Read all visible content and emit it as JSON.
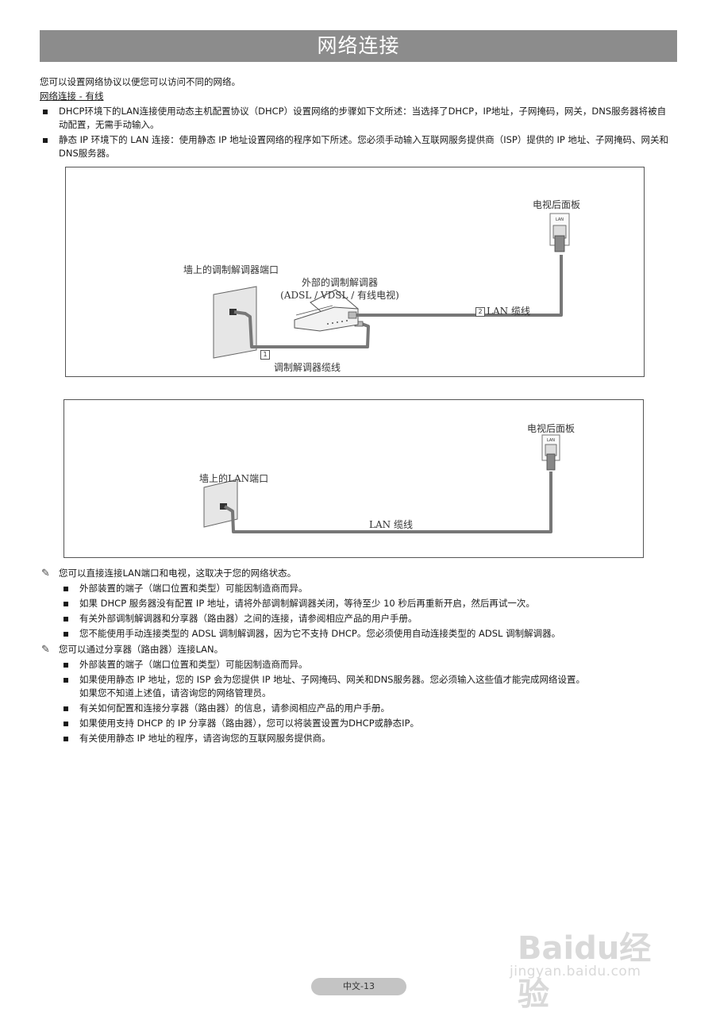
{
  "page": {
    "title": "网络连接",
    "intro": "您可以设置网络协议以便您可以访问不同的网络。",
    "section_heading": "网络连接 - 有线",
    "bullets": [
      "DHCP环境下的LAN连接使用动态主机配置协议（DHCP）设置网络的步骤如下文所述：当选择了DHCP，IP地址，子网掩码，网关，DNS服务器将被自动配置，无需手动输入。",
      "静态 IP 环境下的 LAN 连接：使用静态 IP 地址设置网络的程序如下所述。您必须手动输入互联网服务提供商（ISP）提供的 IP 地址、子网掩码、网关和DNS服务器。"
    ]
  },
  "diagram1": {
    "wall_modem_port": "墙上的调制解调器端口",
    "external_modem_line1": "外部的调制解调器",
    "external_modem_line2": "(ADSL / VDSL / 有线电视)",
    "tv_rear_panel": "电视后面板",
    "lan_jack_label": "LAN",
    "cable2_num": "2",
    "cable2_label": "LAN 缆线",
    "cable1_num": "1",
    "cable1_label": "调制解调器缆线"
  },
  "diagram2": {
    "tv_rear_panel": "电视后面板",
    "lan_jack_label": "LAN",
    "wall_lan_port": "墙上的LAN端口",
    "cable_label": "LAN 缆线"
  },
  "notes": [
    {
      "text": "您可以直接连接LAN端口和电视，这取决于您的网络状态。",
      "items": [
        "外部装置的端子（端口位置和类型）可能因制造商而异。",
        "如果 DHCP 服务器没有配置 IP 地址，请将外部调制解调器关闭，等待至少 10 秒后再重新开启，然后再试一次。",
        "有关外部调制解调器和分享器（路由器）之间的连接，请参阅相应产品的用户手册。",
        "您不能使用手动连接类型的 ADSL 调制解调器，因为它不支持 DHCP。您必须使用自动连接类型的 ADSL 调制解调器。"
      ]
    },
    {
      "text": "您可以通过分享器（路由器）连接LAN。",
      "items": [
        "外部装置的端子（端口位置和类型）可能因制造商而异。",
        "如果使用静态 IP 地址，您的 ISP 会为您提供 IP 地址、子网掩码、网关和DNS服务器。您必须输入这些值才能完成网络设置。",
        "如果您不知道上述值，请咨询您的网络管理员。",
        "有关如何配置和连接分享器（路由器）的信息，请参阅相应产品的用户手册。",
        "如果使用支持 DHCP 的 IP 分享器（路由器），您可以将装置设置为DHCP或静态IP。",
        "有关使用静态 IP 地址的程序，请咨询您的互联网服务提供商。"
      ]
    }
  ],
  "footer": {
    "page_number": "中文-13",
    "watermark_brand": "Baidu经验",
    "watermark_url": "jingyan.baidu.com"
  }
}
